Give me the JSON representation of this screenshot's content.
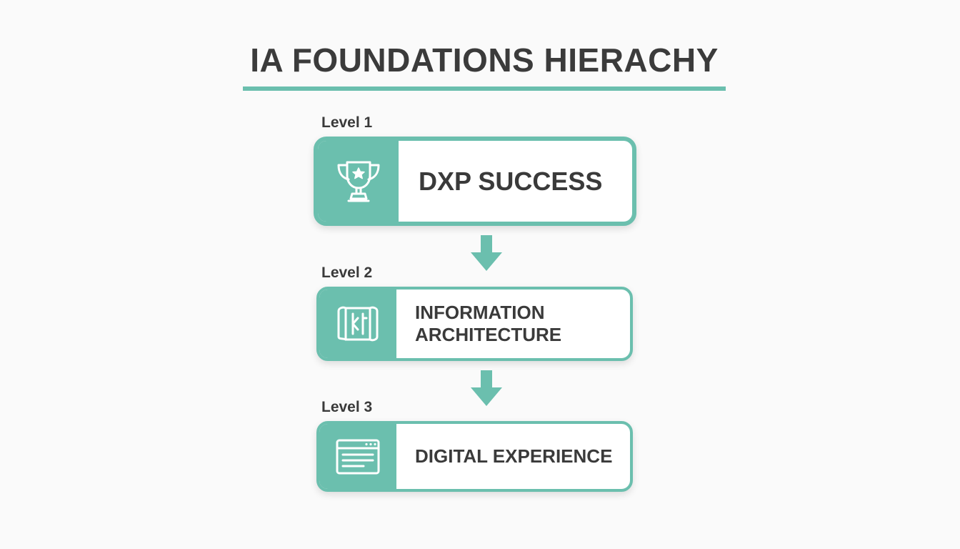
{
  "title": "IA FOUNDATIONS HIERACHY",
  "colors": {
    "accent": "#6bbfae",
    "text": "#3a3a3a",
    "background": "#fafafa"
  },
  "levels": [
    {
      "label": "Level 1",
      "text": "DXP SUCCESS",
      "icon": "trophy-icon"
    },
    {
      "label": "Level 2",
      "text_lines": [
        "INFORMATION",
        "ARCHITECTURE"
      ],
      "icon": "map-icon"
    },
    {
      "label": "Level 3",
      "text": "DIGITAL EXPERIENCE",
      "icon": "browser-window-icon"
    }
  ]
}
